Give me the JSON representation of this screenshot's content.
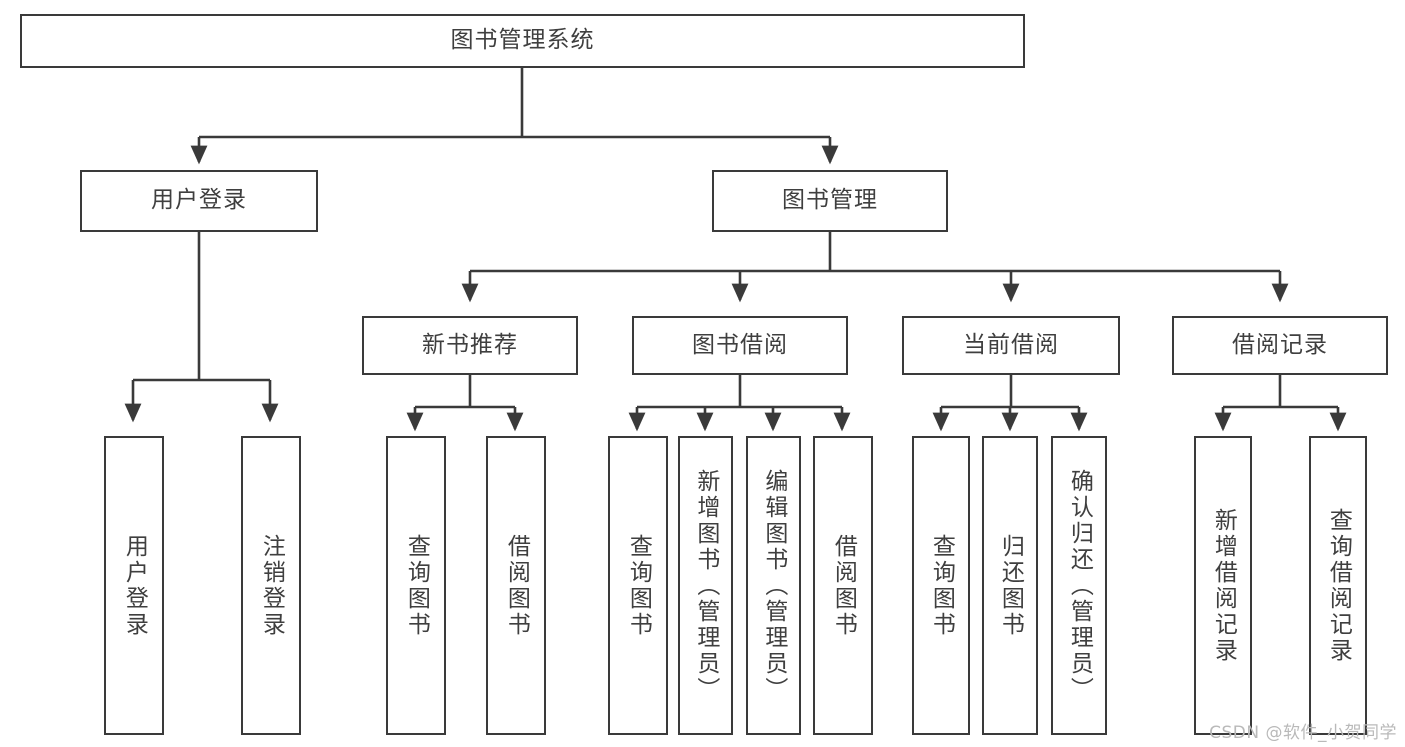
{
  "diagram": {
    "title": "图书管理系统",
    "type": "tree-hierarchy",
    "stroke_color": "#3a3a3a",
    "text_color": "#3f3f3f",
    "background_color": "#ffffff"
  },
  "nodes": {
    "root": {
      "label": "图书管理系统"
    },
    "level2": [
      {
        "id": "user-login",
        "label": "用户登录"
      },
      {
        "id": "book-manage",
        "label": "图书管理"
      }
    ],
    "level3": [
      {
        "id": "new-book-recommend",
        "label": "新书推荐"
      },
      {
        "id": "book-borrow",
        "label": "图书借阅"
      },
      {
        "id": "current-borrow",
        "label": "当前借阅"
      },
      {
        "id": "borrow-record",
        "label": "借阅记录"
      }
    ],
    "leaves": {
      "user_login": [
        {
          "id": "leaf-user-login",
          "label": "用户登录"
        },
        {
          "id": "leaf-logout-login",
          "label": "注销登录"
        }
      ],
      "new_book_recommend": [
        {
          "id": "leaf-query-book-1",
          "label": "查询图书"
        },
        {
          "id": "leaf-borrow-book-1",
          "label": "借阅图书"
        }
      ],
      "book_borrow": [
        {
          "id": "leaf-query-book-2",
          "label": "查询图书"
        },
        {
          "id": "leaf-add-book",
          "label": "新增图书（管理员）"
        },
        {
          "id": "leaf-edit-book",
          "label": "编辑图书（管理员）"
        },
        {
          "id": "leaf-borrow-book-2",
          "label": "借阅图书"
        }
      ],
      "current_borrow": [
        {
          "id": "leaf-query-book-3",
          "label": "查询图书"
        },
        {
          "id": "leaf-return-book",
          "label": "归还图书"
        },
        {
          "id": "leaf-confirm-return",
          "label": "确认归还（管理员）"
        }
      ],
      "borrow_record": [
        {
          "id": "leaf-add-record",
          "label": "新增借阅记录"
        },
        {
          "id": "leaf-query-record",
          "label": "查询借阅记录"
        }
      ]
    }
  },
  "watermark": {
    "text": "CSDN @软件_小贺同学"
  }
}
